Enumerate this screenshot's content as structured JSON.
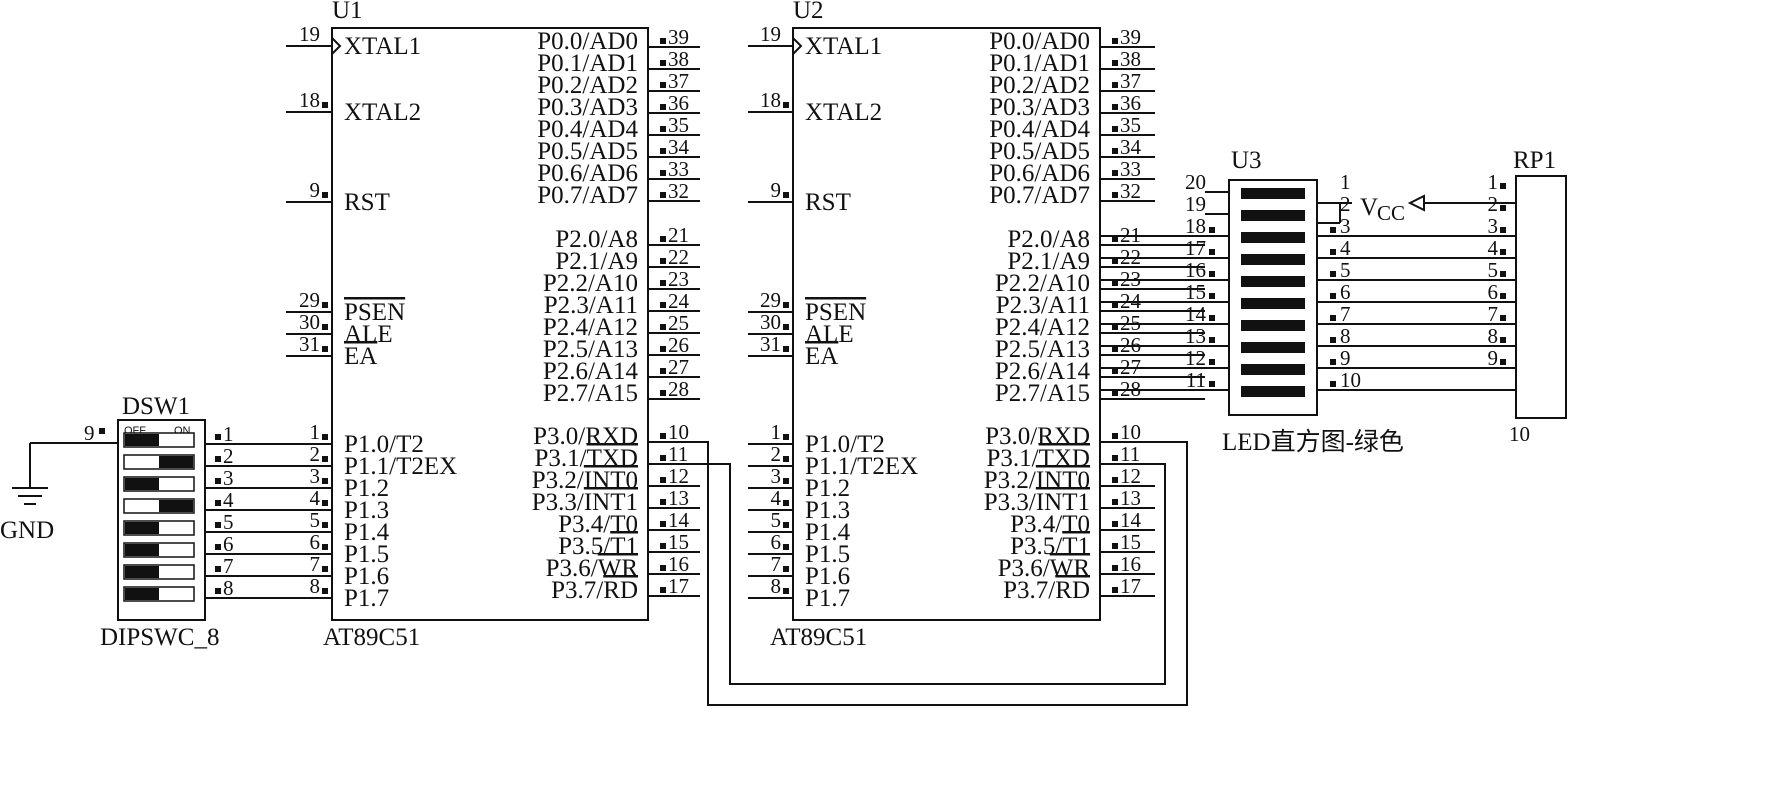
{
  "colors": {
    "ink": "#111111",
    "bg": "#ffffff"
  },
  "chips": [
    {
      "ref": "U1",
      "part": "AT89C51",
      "left": [
        {
          "pin": "19",
          "name": "XTAL1",
          "overline": false,
          "clock": true
        },
        {
          "pin": "18",
          "name": "XTAL2",
          "overline": false
        },
        {
          "pin": "9",
          "name": "RST",
          "overline": false
        },
        {
          "pin": "29",
          "name": "PSEN",
          "overline": true
        },
        {
          "pin": "30",
          "name": "ALE",
          "overline": false
        },
        {
          "pin": "31",
          "name": "EA",
          "overline": true
        },
        {
          "pin": "1",
          "name": "P1.0/T2"
        },
        {
          "pin": "2",
          "name": "P1.1/T2EX"
        },
        {
          "pin": "3",
          "name": "P1.2"
        },
        {
          "pin": "4",
          "name": "P1.3"
        },
        {
          "pin": "5",
          "name": "P1.4"
        },
        {
          "pin": "6",
          "name": "P1.5"
        },
        {
          "pin": "7",
          "name": "P1.6"
        },
        {
          "pin": "8",
          "name": "P1.7"
        }
      ],
      "right": [
        {
          "pin": "39",
          "name": "P0.0/AD0"
        },
        {
          "pin": "38",
          "name": "P0.1/AD1"
        },
        {
          "pin": "37",
          "name": "P0.2/AD2"
        },
        {
          "pin": "36",
          "name": "P0.3/AD3"
        },
        {
          "pin": "35",
          "name": "P0.4/AD4"
        },
        {
          "pin": "34",
          "name": "P0.5/AD5"
        },
        {
          "pin": "33",
          "name": "P0.6/AD6"
        },
        {
          "pin": "32",
          "name": "P0.7/AD7"
        },
        {
          "pin": "21",
          "name": "P2.0/A8"
        },
        {
          "pin": "22",
          "name": "P2.1/A9"
        },
        {
          "pin": "23",
          "name": "P2.2/A10"
        },
        {
          "pin": "24",
          "name": "P2.3/A11"
        },
        {
          "pin": "25",
          "name": "P2.4/A12"
        },
        {
          "pin": "26",
          "name": "P2.5/A13"
        },
        {
          "pin": "27",
          "name": "P2.6/A14"
        },
        {
          "pin": "28",
          "name": "P2.7/A15"
        },
        {
          "pin": "10",
          "name": "P3.0/RXD"
        },
        {
          "pin": "11",
          "name": "P3.1/",
          "ov": "TXD"
        },
        {
          "pin": "12",
          "name": "P3.2/",
          "ov": "INT0"
        },
        {
          "pin": "13",
          "name": "P3.3/",
          "ov": "INT1"
        },
        {
          "pin": "14",
          "name": "P3.4/T0"
        },
        {
          "pin": "15",
          "name": "P3.5/",
          "ov": "T1"
        },
        {
          "pin": "16",
          "name": "P3.6/",
          "ov": "WR"
        },
        {
          "pin": "17",
          "name": "P3.7/",
          "ov": "RD"
        }
      ]
    },
    {
      "ref": "U2",
      "part": "AT89C51",
      "left": [
        {
          "pin": "19",
          "name": "XTAL1",
          "overline": false,
          "clock": true
        },
        {
          "pin": "18",
          "name": "XTAL2",
          "overline": false
        },
        {
          "pin": "9",
          "name": "RST",
          "overline": false
        },
        {
          "pin": "29",
          "name": "PSEN",
          "overline": true
        },
        {
          "pin": "30",
          "name": "ALE",
          "overline": false
        },
        {
          "pin": "31",
          "name": "EA",
          "overline": true
        },
        {
          "pin": "1",
          "name": "P1.0/T2"
        },
        {
          "pin": "2",
          "name": "P1.1/T2EX"
        },
        {
          "pin": "3",
          "name": "P1.2"
        },
        {
          "pin": "4",
          "name": "P1.3"
        },
        {
          "pin": "5",
          "name": "P1.4"
        },
        {
          "pin": "6",
          "name": "P1.5"
        },
        {
          "pin": "7",
          "name": "P1.6"
        },
        {
          "pin": "8",
          "name": "P1.7"
        }
      ],
      "right": [
        {
          "pin": "39",
          "name": "P0.0/AD0"
        },
        {
          "pin": "38",
          "name": "P0.1/AD1"
        },
        {
          "pin": "37",
          "name": "P0.2/AD2"
        },
        {
          "pin": "36",
          "name": "P0.3/AD3"
        },
        {
          "pin": "35",
          "name": "P0.4/AD4"
        },
        {
          "pin": "34",
          "name": "P0.5/AD5"
        },
        {
          "pin": "33",
          "name": "P0.6/AD6"
        },
        {
          "pin": "32",
          "name": "P0.7/AD7"
        },
        {
          "pin": "21",
          "name": "P2.0/A8"
        },
        {
          "pin": "22",
          "name": "P2.1/A9"
        },
        {
          "pin": "23",
          "name": "P2.2/A10"
        },
        {
          "pin": "24",
          "name": "P2.3/A11"
        },
        {
          "pin": "25",
          "name": "P2.4/A12"
        },
        {
          "pin": "26",
          "name": "P2.5/A13"
        },
        {
          "pin": "27",
          "name": "P2.6/A14"
        },
        {
          "pin": "28",
          "name": "P2.7/A15"
        },
        {
          "pin": "10",
          "name": "P3.0/RXD"
        },
        {
          "pin": "11",
          "name": "P3.1/",
          "ov": "TXD"
        },
        {
          "pin": "12",
          "name": "P3.2/",
          "ov": "INT0"
        },
        {
          "pin": "13",
          "name": "P3.3/",
          "ov": "INT1"
        },
        {
          "pin": "14",
          "name": "P3.4/T0"
        },
        {
          "pin": "15",
          "name": "P3.5/",
          "ov": "T1"
        },
        {
          "pin": "16",
          "name": "P3.6/",
          "ov": "WR"
        },
        {
          "pin": "17",
          "name": "P3.7/",
          "ov": "RD"
        }
      ]
    }
  ],
  "dipswitch": {
    "ref": "DSW1",
    "part": "DIPSWC_8",
    "off_label": "OFF",
    "on_label": "ON",
    "common_pin": "9",
    "pins": [
      "1",
      "2",
      "3",
      "4",
      "5",
      "6",
      "7",
      "8"
    ],
    "states": [
      "off",
      "on",
      "off",
      "on",
      "off",
      "off",
      "off",
      "off"
    ]
  },
  "ground": {
    "label": "GND"
  },
  "led": {
    "ref": "U3",
    "part": "LED直方图-绿色",
    "left_pins": [
      "20",
      "19",
      "18",
      "17",
      "16",
      "15",
      "14",
      "13",
      "12",
      "11"
    ],
    "right_pins": [
      "1",
      "2",
      "3",
      "4",
      "5",
      "6",
      "7",
      "8",
      "9",
      "10"
    ]
  },
  "vcc": {
    "main": "V",
    "sub": "CC"
  },
  "rpack": {
    "ref": "RP1",
    "pins": [
      "1",
      "2",
      "3",
      "4",
      "5",
      "6",
      "7",
      "8",
      "9"
    ],
    "bottom_pin": "10"
  }
}
